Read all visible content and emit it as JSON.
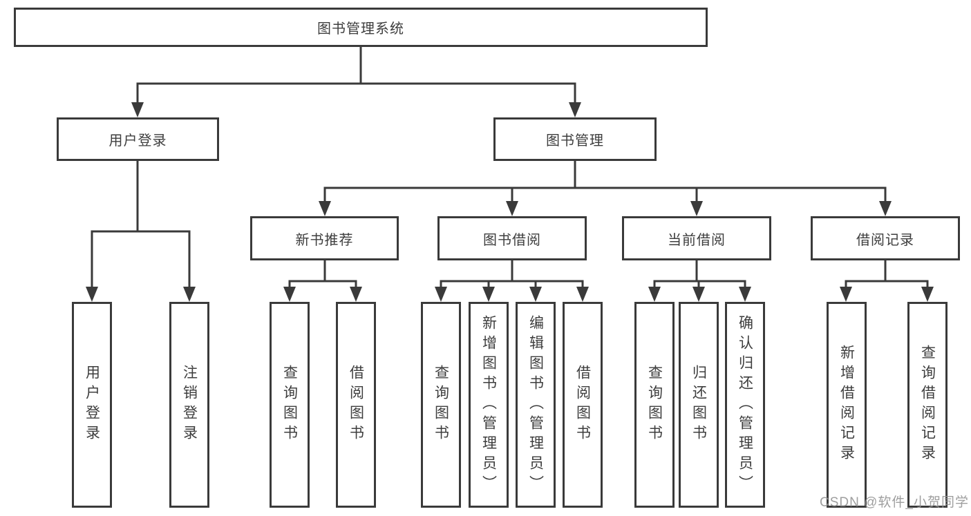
{
  "diagram_type": "hierarchy-tree",
  "nodes": {
    "root": {
      "label": "图书管理系统"
    },
    "level2": [
      {
        "label": "用户登录"
      },
      {
        "label": "图书管理"
      }
    ],
    "level3": [
      {
        "parent": "图书管理",
        "label": "新书推荐"
      },
      {
        "parent": "图书管理",
        "label": "图书借阅"
      },
      {
        "parent": "图书管理",
        "label": "当前借阅"
      },
      {
        "parent": "图书管理",
        "label": "借阅记录"
      }
    ],
    "leaves": [
      {
        "parent": "用户登录",
        "label": "用户登录"
      },
      {
        "parent": "用户登录",
        "label": "注销登录"
      },
      {
        "parent": "新书推荐",
        "label": "查询图书"
      },
      {
        "parent": "新书推荐",
        "label": "借阅图书"
      },
      {
        "parent": "图书借阅",
        "label": "查询图书"
      },
      {
        "parent": "图书借阅",
        "label": "新增图书（管理员）"
      },
      {
        "parent": "图书借阅",
        "label": "编辑图书（管理员）"
      },
      {
        "parent": "图书借阅",
        "label": "借阅图书"
      },
      {
        "parent": "当前借阅",
        "label": "查询图书"
      },
      {
        "parent": "当前借阅",
        "label": "归还图书"
      },
      {
        "parent": "当前借阅",
        "label": "确认归还（管理员）"
      },
      {
        "parent": "借阅记录",
        "label": "新增借阅记录"
      },
      {
        "parent": "借阅记录",
        "label": "查询借阅记录"
      }
    ]
  },
  "watermark": {
    "text": "CSDN @软件_小贺同学"
  },
  "colors": {
    "line": "#3a3a3a",
    "box_border": "#3a3a3a",
    "box_background": "#ffffff",
    "text": "#3d3d3d",
    "watermark": "#949494"
  }
}
